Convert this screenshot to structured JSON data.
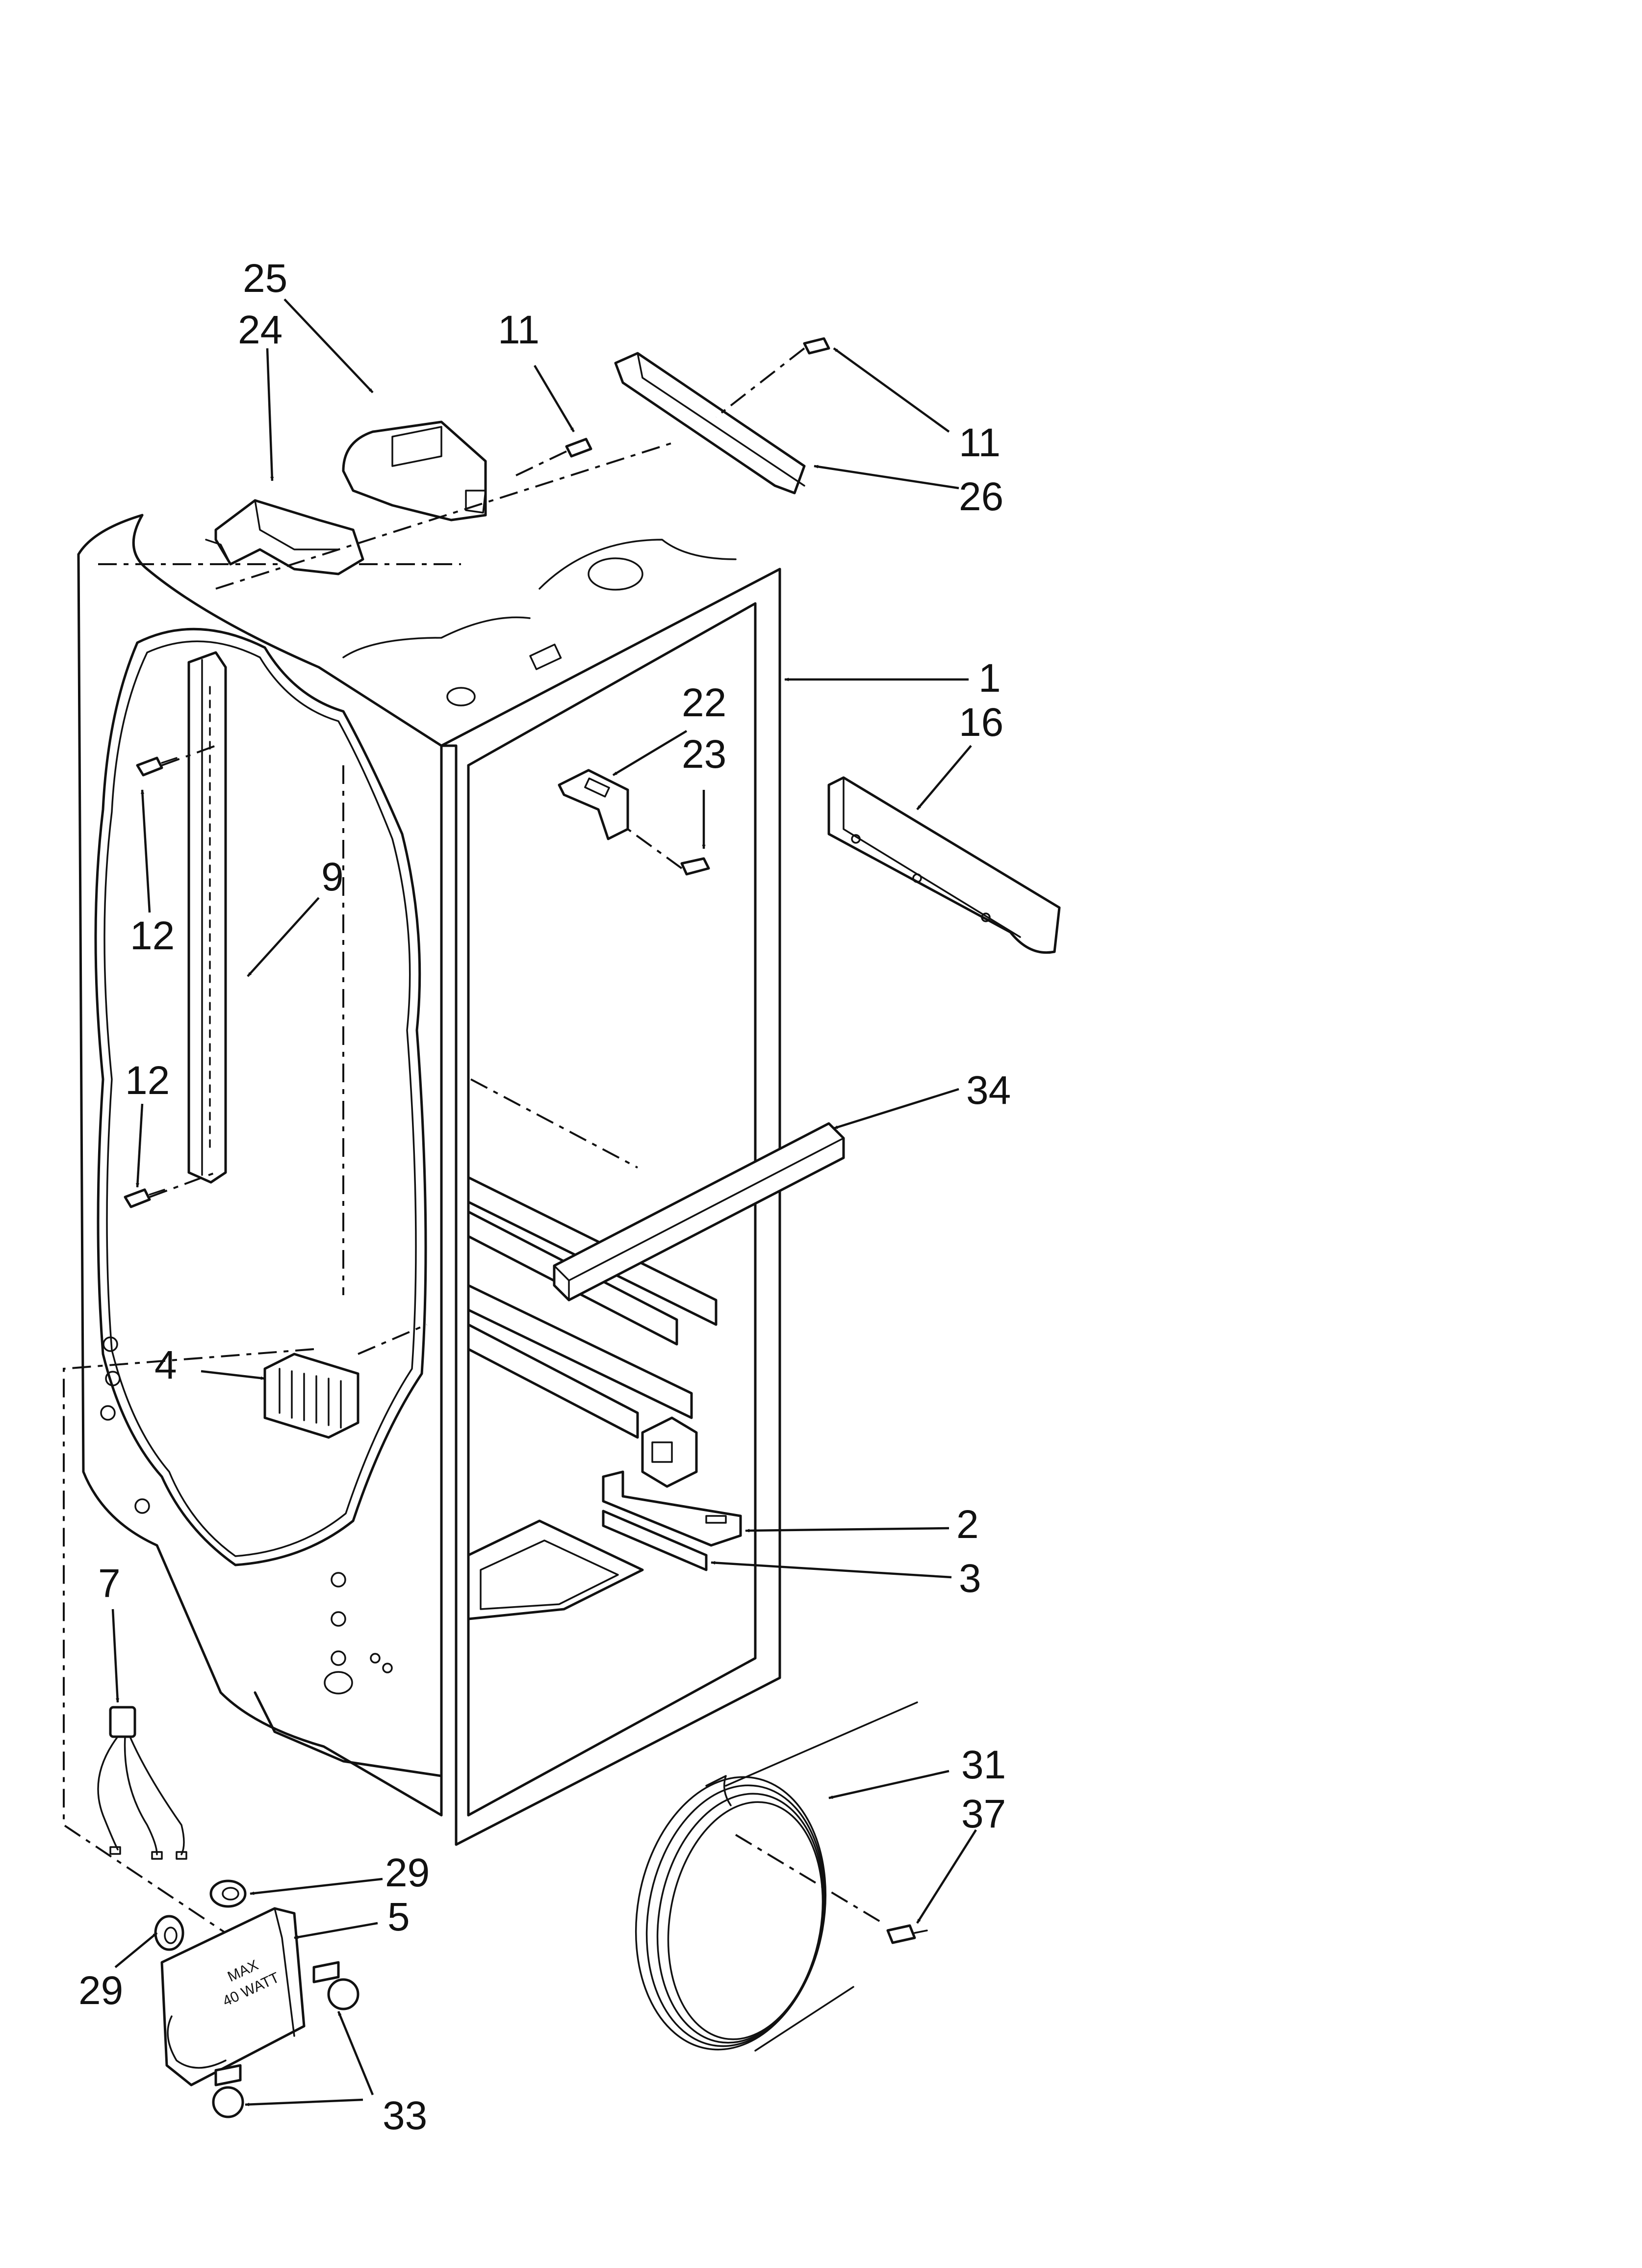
{
  "callouts": [
    {
      "id": "25",
      "text": "25"
    },
    {
      "id": "24",
      "text": "24"
    },
    {
      "id": "11a",
      "text": "11"
    },
    {
      "id": "11b",
      "text": "11"
    },
    {
      "id": "26",
      "text": "26"
    },
    {
      "id": "1",
      "text": "1"
    },
    {
      "id": "22",
      "text": "22"
    },
    {
      "id": "23",
      "text": "23"
    },
    {
      "id": "16",
      "text": "16"
    },
    {
      "id": "12a",
      "text": "12"
    },
    {
      "id": "9",
      "text": "9"
    },
    {
      "id": "12b",
      "text": "12"
    },
    {
      "id": "34",
      "text": "34"
    },
    {
      "id": "4",
      "text": "4"
    },
    {
      "id": "2",
      "text": "2"
    },
    {
      "id": "3",
      "text": "3"
    },
    {
      "id": "7",
      "text": "7"
    },
    {
      "id": "31",
      "text": "31"
    },
    {
      "id": "37",
      "text": "37"
    },
    {
      "id": "29a",
      "text": "29"
    },
    {
      "id": "5",
      "text": "5"
    },
    {
      "id": "29b",
      "text": "29"
    },
    {
      "id": "33",
      "text": "33"
    }
  ],
  "light_housing_marking": {
    "line1": "MAX",
    "line2": "40 WATT"
  }
}
